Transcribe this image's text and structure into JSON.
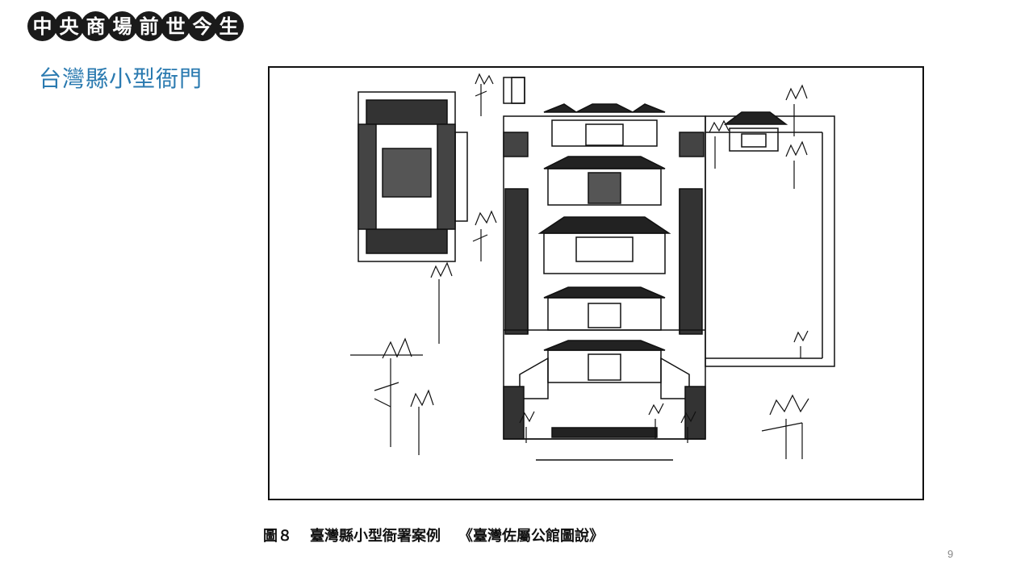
{
  "slide": {
    "title_chars": [
      "中",
      "央",
      "商",
      "場",
      "前",
      "世",
      "今",
      "生"
    ],
    "subtitle": "台灣縣小型衙門",
    "caption": {
      "figure_no": "圖８",
      "text": "臺灣縣小型衙署案例",
      "source": "《臺灣佐屬公館圖說》"
    },
    "page_number": "9"
  }
}
